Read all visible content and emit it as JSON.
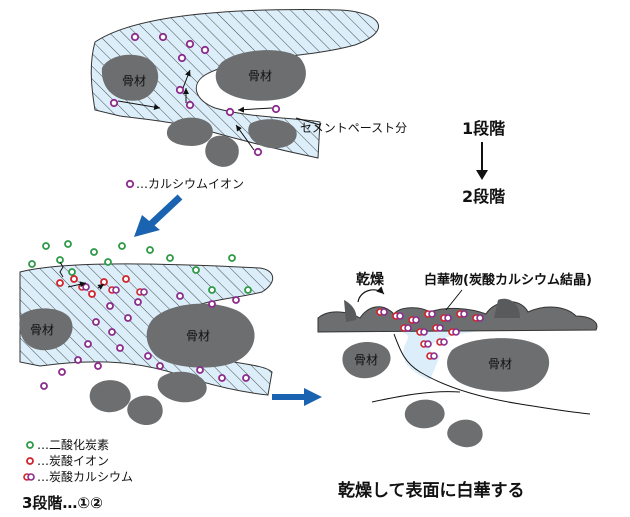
{
  "labels": {
    "aggregate": "骨材",
    "cement_paste": "セメントペースト分",
    "calcium_legend": "…カルシウムイオン",
    "stage1": "1段階",
    "stage2": "2段階",
    "stage3": "3段階…①②",
    "co2_legend": "…二酸化炭素",
    "carbonate_legend": "…炭酸イオン",
    "caco3_legend": "…炭酸カルシウム",
    "drying": "乾燥",
    "efflorescence": "白華物(炭酸カルシウム結晶)",
    "caption": "乾燥して表面に白華する"
  },
  "colors": {
    "paste_fill": "#dbeef9",
    "aggregate": "#6d6e70",
    "calcium_ion": "#8c2b8c",
    "co2": "#2e9a48",
    "carbonate_ion": "#d2232a",
    "arrow_blue": "#1a63b0"
  }
}
